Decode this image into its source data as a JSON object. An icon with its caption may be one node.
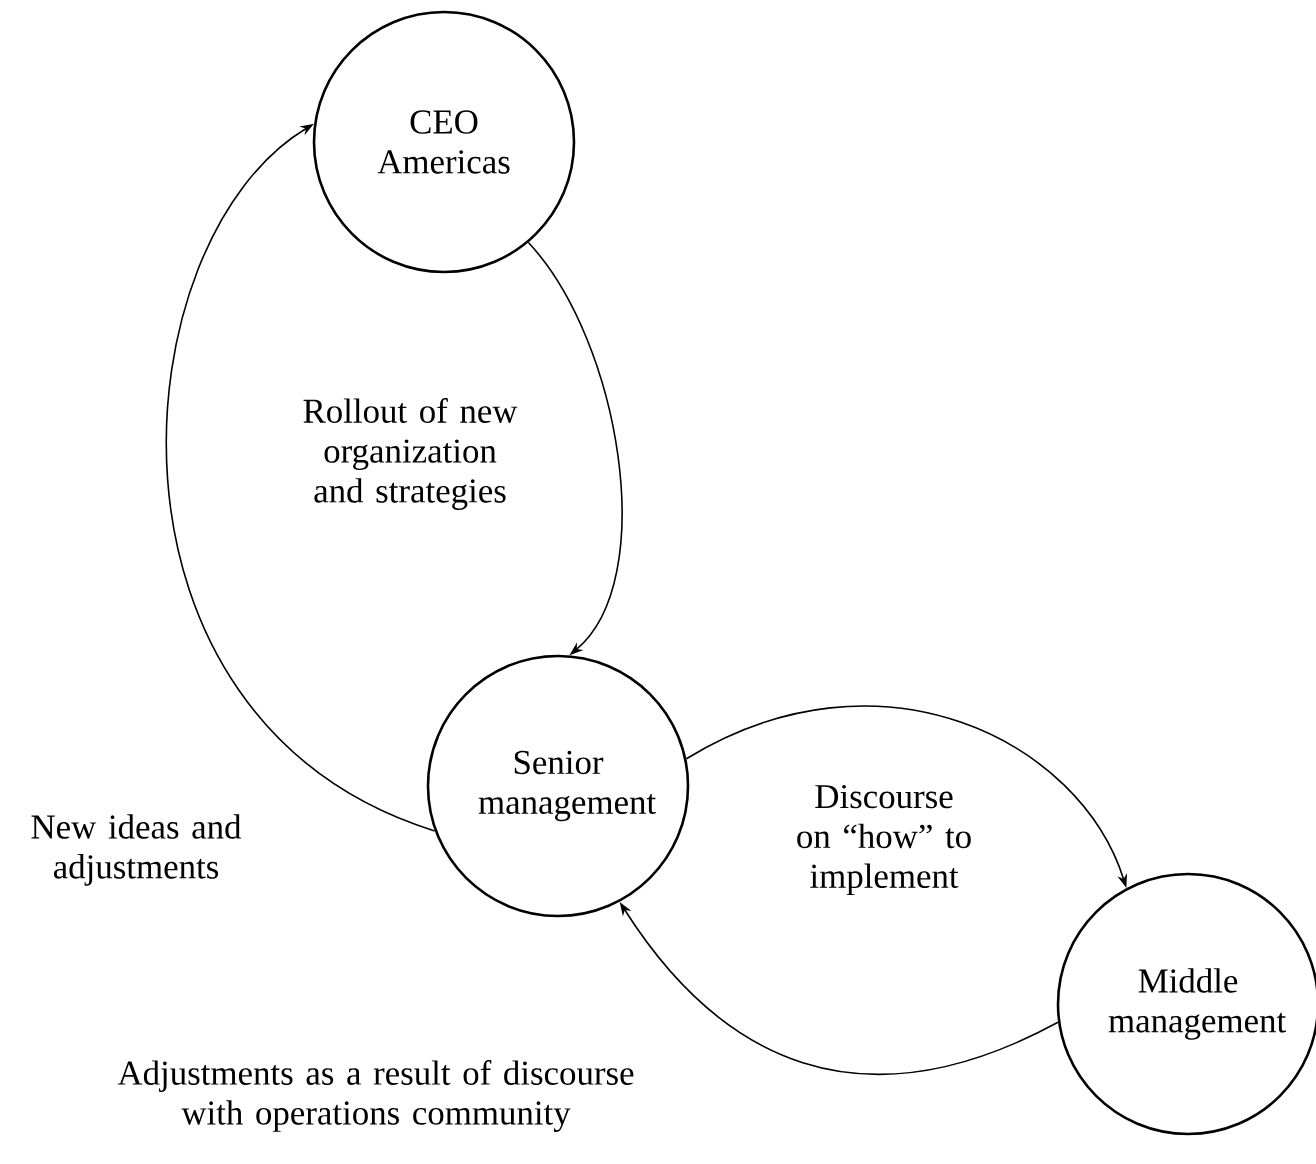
{
  "diagram": {
    "nodes": [
      {
        "text": [
          "CEO Americas"
        ]
      },
      {
        "text": [
          "Senior management"
        ]
      },
      {
        "text": [
          "Middle management"
        ]
      }
    ],
    "edges": [
      {
        "from": 0,
        "to": 1,
        "arrow": "to",
        "label": "Rollout of new organization and strategies"
      },
      {
        "from": 1,
        "to": 0,
        "arrow": "to",
        "label": "New ideas and adjustments"
      },
      {
        "from": 1,
        "to": 2,
        "arrow": "to",
        "label": "Discourse on “how” to implement"
      },
      {
        "from": 2,
        "to": 1,
        "arrow": "to",
        "label": "Adjustments as a result of discourse with operations community"
      }
    ]
  }
}
